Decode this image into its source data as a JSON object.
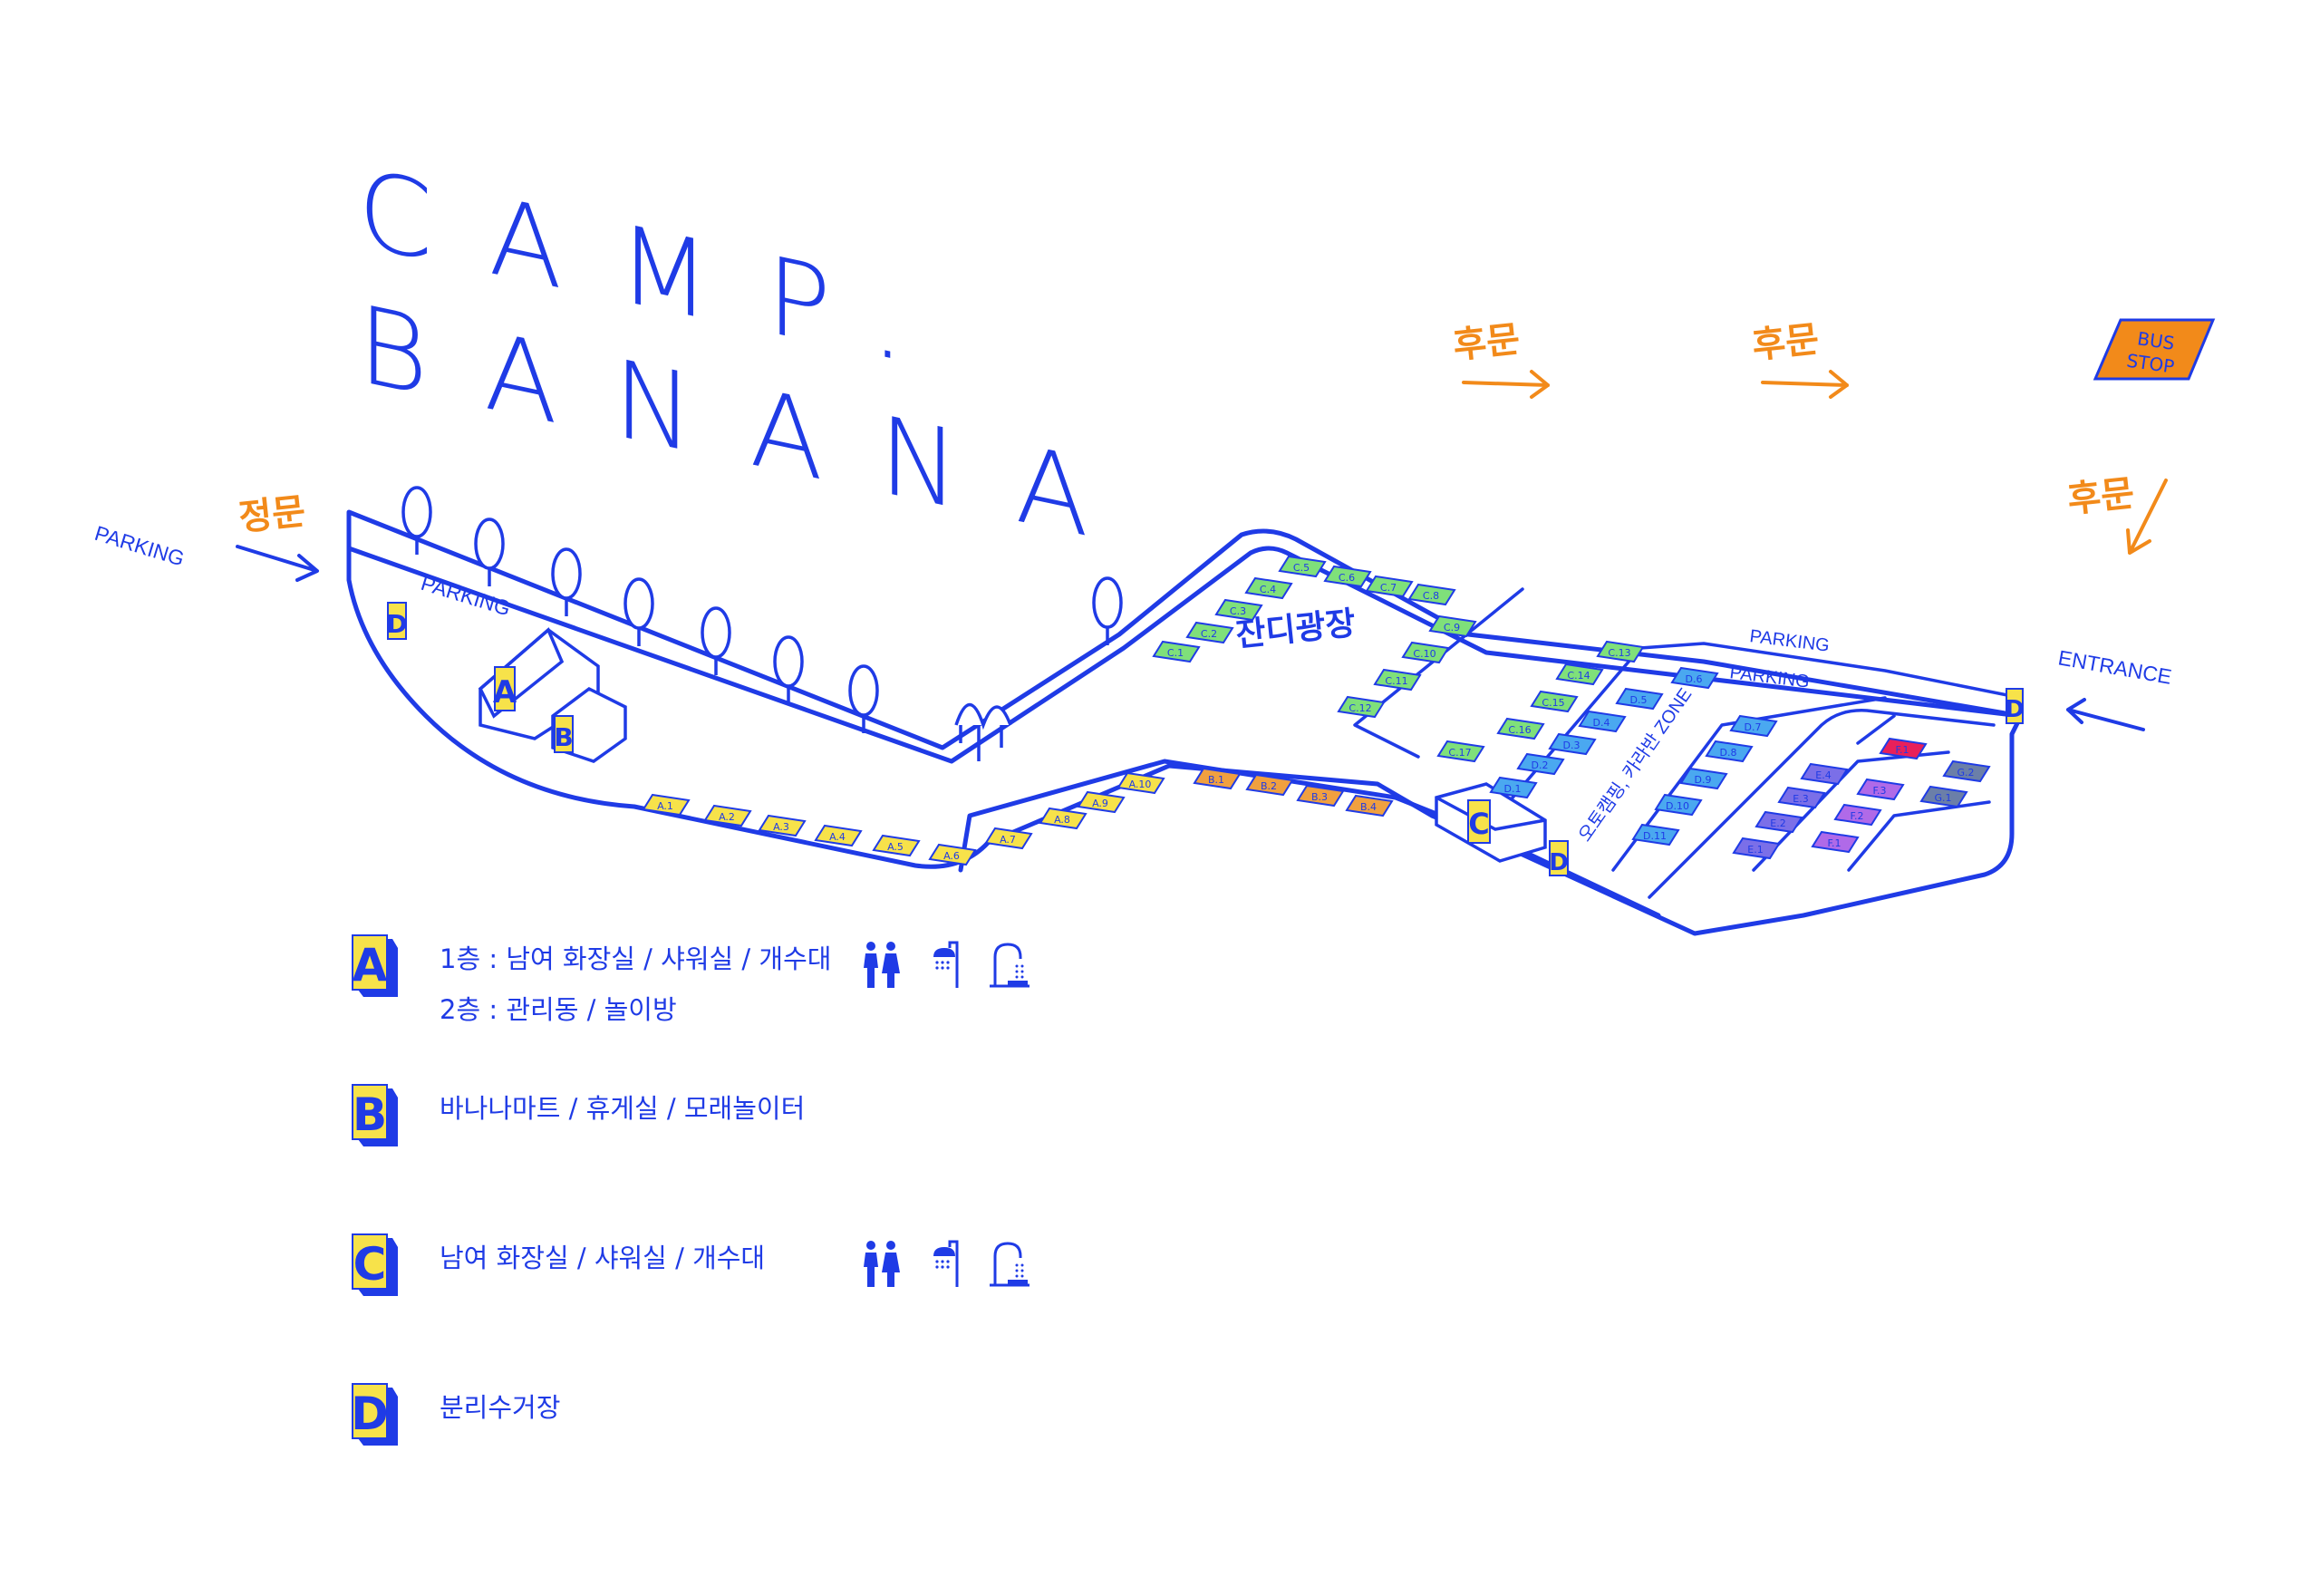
{
  "title": {
    "line1": "CAMP.",
    "line2": "BANANA"
  },
  "colors": {
    "blue": "#1f3be6",
    "orange": "#f28a1a",
    "yellow": "#f7e24a",
    "site_a": "#f7e24a",
    "site_b": "#f0a040",
    "site_c": "#7fe07a",
    "site_d": "#4aa8f0",
    "site_e": "#7b6fe8",
    "site_f": "#b06ae8",
    "site_f1_red": "#e8205a",
    "site_g": "#6b7fa8"
  },
  "labels": {
    "parking_left": "PARKING",
    "parking_lot": "PARKING",
    "parking_top": "PARKING",
    "parking_inner": "PARKING",
    "entrance": "ENTRANCE",
    "main_gate": "정문",
    "back_gate": "후문",
    "bus_stop_line1": "BUS",
    "bus_stop_line2": "STOP",
    "lawn_plaza": "잔디광장",
    "auto_zone": "오토캠핑, 카라반 ZONE"
  },
  "sites": {
    "A": [
      "A.1",
      "A.2",
      "A.3",
      "A.4",
      "A.5",
      "A.6",
      "A.7",
      "A.8",
      "A.9",
      "A.10"
    ],
    "B": [
      "B.1",
      "B.2",
      "B.3",
      "B.4"
    ],
    "C": [
      "C.1",
      "C.2",
      "C.3",
      "C.4",
      "C.5",
      "C.6",
      "C.7",
      "C.8",
      "C.9",
      "C.10",
      "C.11",
      "C.12",
      "C.13",
      "C.14",
      "C.15",
      "C.16",
      "C.17"
    ],
    "D": [
      "D.1",
      "D.2",
      "D.3",
      "D.4",
      "D.5",
      "D.6",
      "D.7",
      "D.8",
      "D.9",
      "D.10",
      "D.11"
    ],
    "E": [
      "E.1",
      "E.2",
      "E.3",
      "E.4"
    ],
    "F": [
      "F.1",
      "F.2",
      "F.3"
    ],
    "F1red": [
      "F.1"
    ],
    "G": [
      "G.1",
      "G.2"
    ]
  },
  "buildings": {
    "A": "A",
    "B": "B",
    "C": "C",
    "D": "D"
  },
  "legend": [
    {
      "letter": "A",
      "line1": "1층 : 남여 화장실 / 샤워실 / 개수대",
      "line2": "2층 : 관리동 / 놀이방",
      "icons": [
        "restroom-icon",
        "shower-icon",
        "sink-icon"
      ]
    },
    {
      "letter": "B",
      "line1": "바나나마트 / 휴게실 / 모래놀이터",
      "line2": "",
      "icons": []
    },
    {
      "letter": "C",
      "line1": "남여 화장실 / 샤워실 / 개수대",
      "line2": "",
      "icons": [
        "restroom-icon",
        "shower-icon",
        "sink-icon"
      ]
    },
    {
      "letter": "D",
      "line1": "분리수거장",
      "line2": "",
      "icons": []
    }
  ]
}
